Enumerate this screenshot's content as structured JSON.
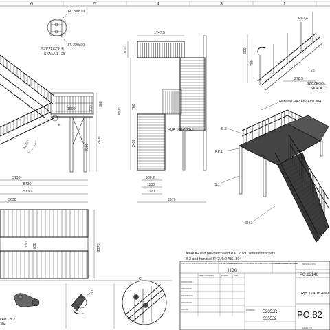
{
  "sheet": {
    "column_numbers": [
      "5",
      "4",
      "3",
      "2"
    ],
    "column_number_first": "6"
  },
  "detail_b": {
    "dim_top": "FL 200x10",
    "dim_bottom": "FL 220x10",
    "title": "SZCZEGÓŁ B",
    "scale": "SKALA 1 : 25"
  },
  "side_view": {
    "dim_top_left": "1500",
    "dim_mid": "700",
    "dim_900": "900",
    "dim_2200": "2200",
    "dim_2400": "2400",
    "angle": "31,67°",
    "dim_5130a": "5130",
    "dim_5430": "5430",
    "dim_5130b": "5130",
    "marker_b": "B"
  },
  "front_view": {
    "dim_width": "1747,5",
    "dim_1010": "1010",
    "dim_700": "700",
    "dim_4800": "4800",
    "dim_2430": "2430",
    "hup_label": "HUP 100x100x5",
    "dim_939": "939,2",
    "dim_1100": "1100",
    "dim_1120": "1120",
    "dim_2970": "2970"
  },
  "detail_c_top": {
    "dim_r": "R42,4",
    "dim_900": "900",
    "dim_700": "700",
    "dim_278": "278,5",
    "dim_25": "25",
    "title": "SZCZEGÓŁ",
    "scale": "SKALA 1 :"
  },
  "iso_view": {
    "handrail": "Handrail R42,4x2 AISI 304",
    "b2": "B.2",
    "rp1": "RP.1",
    "s1": "S.1",
    "sh1": "SH.1"
  },
  "plan_view": {
    "dim_3630": "3630",
    "dim_2970": "2970",
    "dim_730": "730",
    "dim_630": "630"
  },
  "details_bottom": {
    "bracket_label": "cket - B.2",
    "bracket_sub": "304",
    "d_label": "D",
    "c_label": "C"
  },
  "notes": {
    "line1": "All HDG and powdercoated RAL 7021, without brackets",
    "line2": "B.2 and handrail R42,4x2 AISI 304"
  },
  "title_block": {
    "cell_left_top": "CZYSTA SZ CHROPOWATOŚĆ KRAWĘDZI I WYMIARY DO WYMIARÓW WYKOŃCZENIE POWIERZCHNI TOLERANCJE LINIOWE: KĄTOWE:",
    "finish_head": "WYKOŃCZENIE",
    "finish_value": "HDG",
    "deburr": "USUŃ OSTRE KRAWĘDZIE",
    "rows": [
      "OPRACOWAŁ",
      "SPRAWDZIŁ",
      "ZATWIERDZIŁ",
      "WYKONANIE",
      "JAKOŚĆ"
    ],
    "col_headers": [
      "IMIĘ I NAZWISKO",
      "PODPIS",
      "DATA"
    ],
    "material_head": "MATERIAŁ:",
    "material_1": "S235JR",
    "material_2": "S355J2",
    "code_head": "NR SKALU RYS",
    "code": "PO.82140",
    "code_large": "PO.82",
    "drawing_name": "Rys.174.16.4rev",
    "scale_foot": "SKALA 1:50"
  }
}
